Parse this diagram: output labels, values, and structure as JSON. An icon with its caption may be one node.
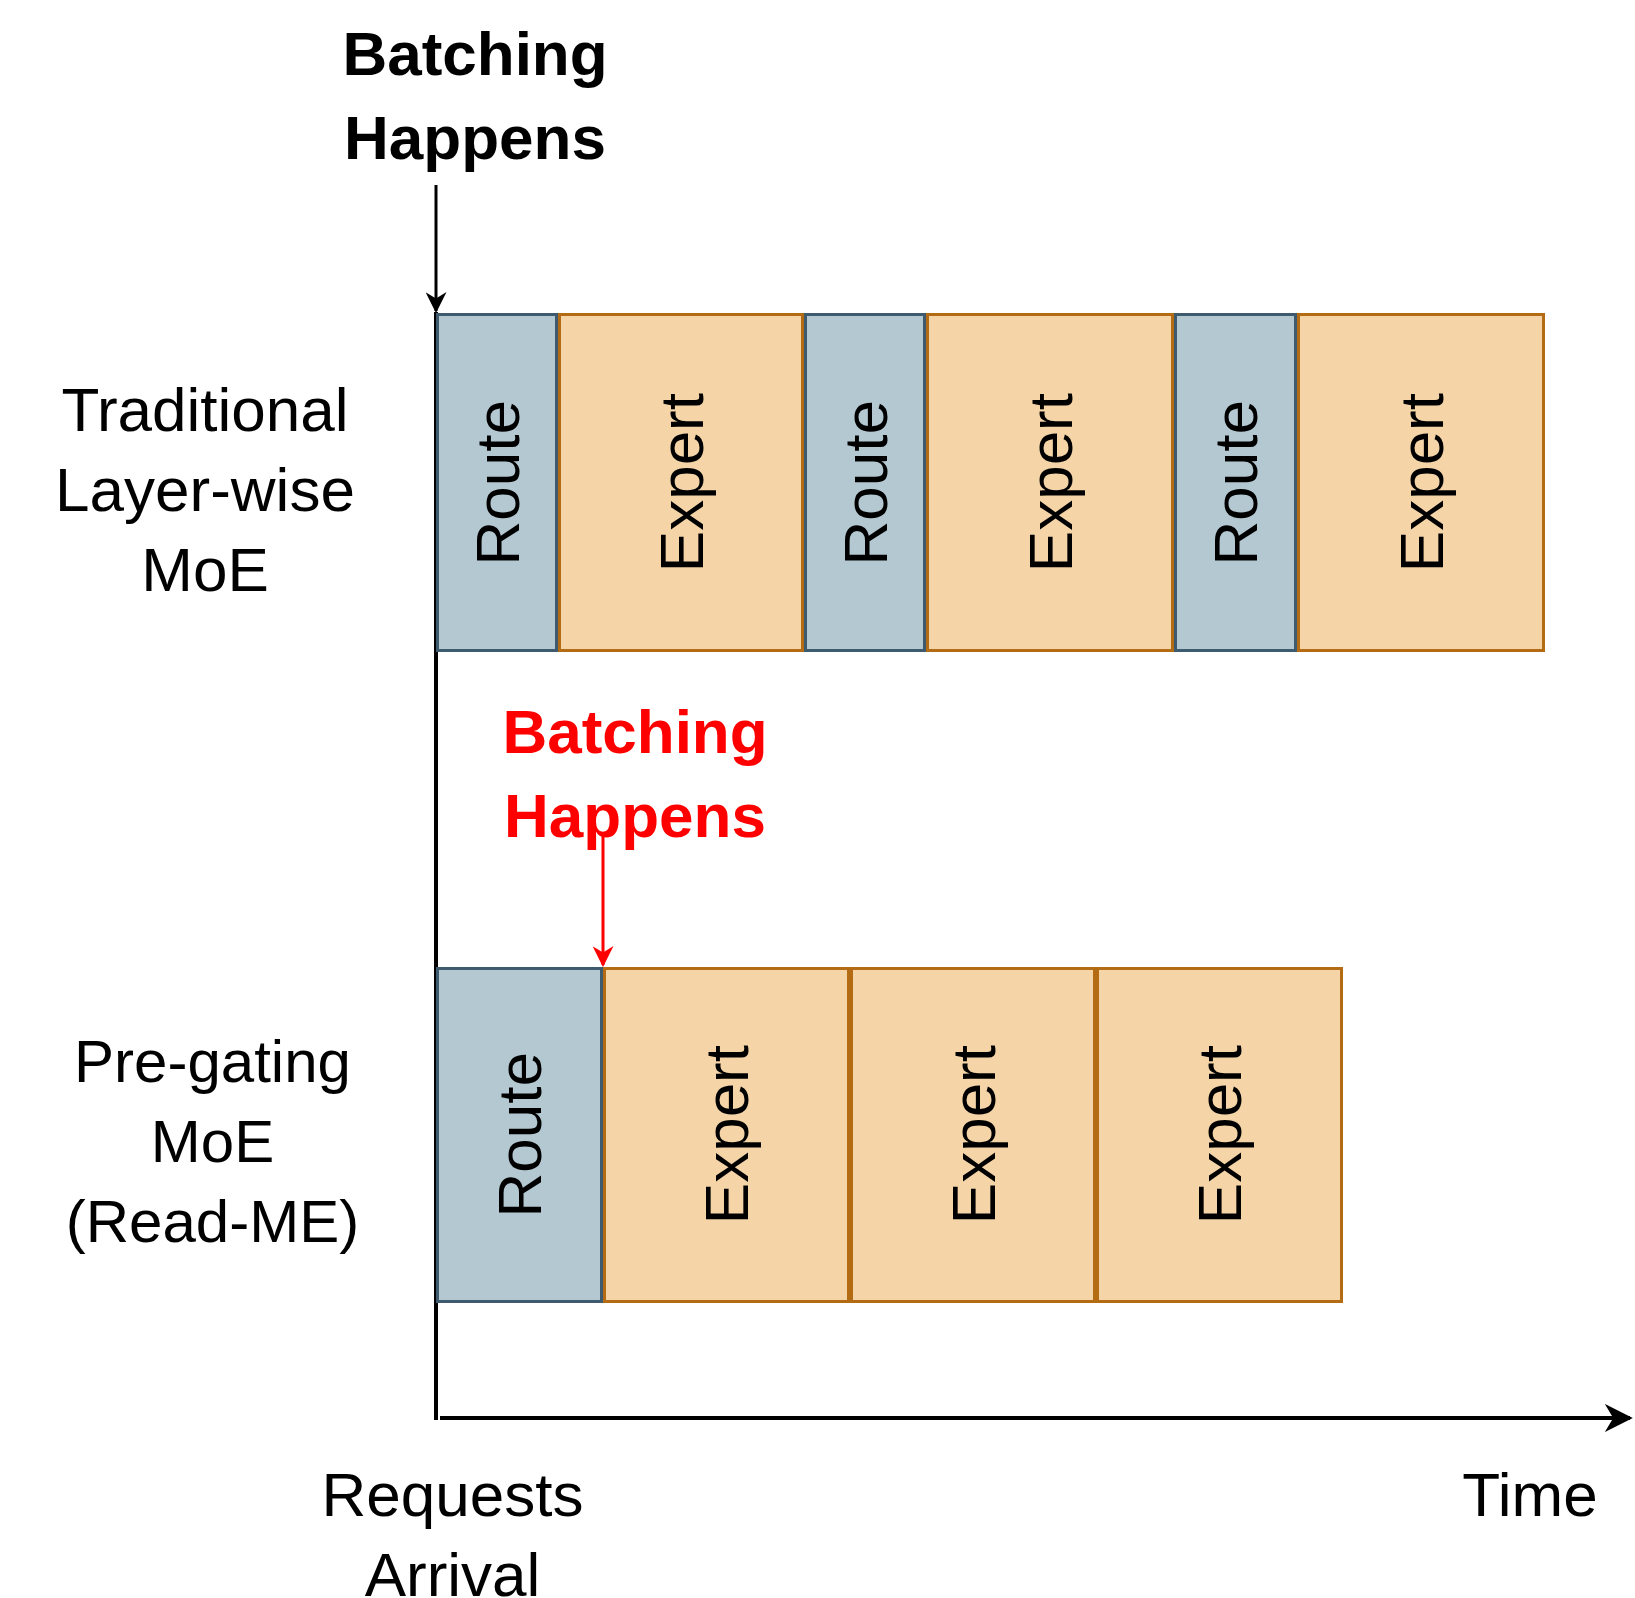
{
  "diagram": {
    "nodes": [
      {
        "text": [
          "Batching Happens"
        ]
      },
      {
        "text": [
          "Route"
        ]
      },
      {
        "text": [
          "Expert"
        ]
      },
      {
        "text": [
          "Route"
        ]
      },
      {
        "text": [
          "Expert"
        ]
      },
      {
        "text": [
          "Route"
        ]
      },
      {
        "text": [
          "Expert"
        ]
      },
      {
        "text": [
          "Batching Happens"
        ]
      },
      {
        "text": [
          "Route"
        ]
      },
      {
        "text": [
          "Expert"
        ]
      },
      {
        "text": [
          "Expert"
        ]
      },
      {
        "text": [
          "Expert"
        ]
      }
    ],
    "edges": [
      {
        "from": 0,
        "to": 1,
        "arrow": "to"
      },
      {
        "from": 7,
        "to": 8,
        "arrow": "to",
        "color": "#ff0000"
      }
    ],
    "labels": [
      "Traditional Layer-wise MoE",
      "Pre-gating MoE (Read-ME)",
      "Requests Arrival",
      "Time"
    ]
  }
}
